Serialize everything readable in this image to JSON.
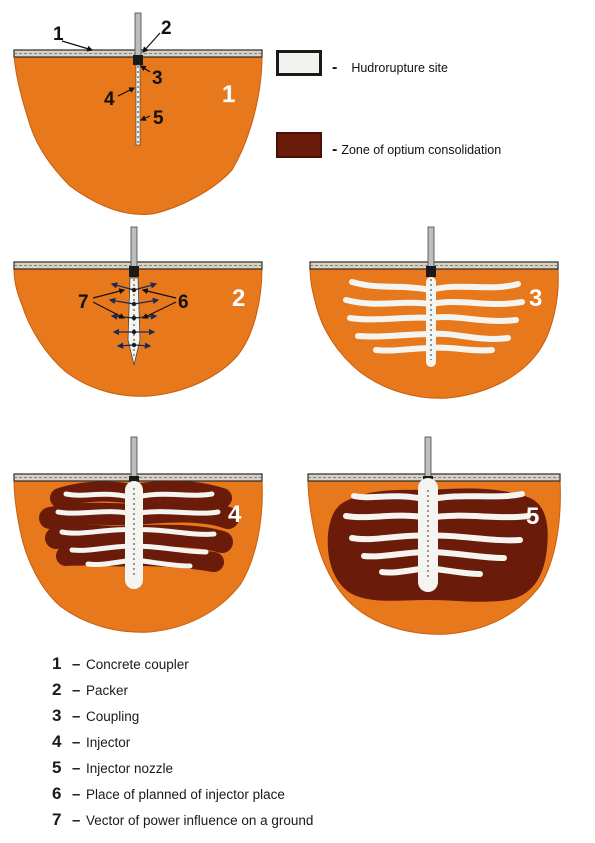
{
  "callouts": {
    "n1": "1",
    "n2": "2",
    "n3": "3",
    "n4": "4",
    "n5": "5",
    "n6": "6",
    "n7": "7"
  },
  "stages": [
    "1",
    "2",
    "3",
    "4",
    "5"
  ],
  "legend_top": {
    "hydro_dash": "-",
    "hydro_label": "Hudrorupture site",
    "zone_dash": "-",
    "zone_label": "Zone of optium consolidation"
  },
  "legend_bottom": [
    {
      "num": "1",
      "dash": "–",
      "label": "Concrete coupler"
    },
    {
      "num": "2",
      "dash": "–",
      "label": "Packer"
    },
    {
      "num": "3",
      "dash": "–",
      "label": "Coupling"
    },
    {
      "num": "4",
      "dash": "–",
      "label": "Injector"
    },
    {
      "num": "5",
      "dash": "–",
      "label": "Injector nozzle"
    },
    {
      "num": "6",
      "dash": "–",
      "label": "Place of planned of injector place"
    },
    {
      "num": "7",
      "dash": "–",
      "label": "Vector of power influence on a ground"
    }
  ],
  "colors": {
    "soil": "#e8781c",
    "soil_edge": "#c85e10",
    "consolidation": "#6a1b0a",
    "hydrorupture": "#f4f4f0",
    "coupler_slab": "#d8d2c4",
    "injector": "#bdbdbd"
  },
  "icons": [
    "soil-mass-shape",
    "injector-rod",
    "packer-block",
    "fracture-vein",
    "arrow-icon"
  ]
}
